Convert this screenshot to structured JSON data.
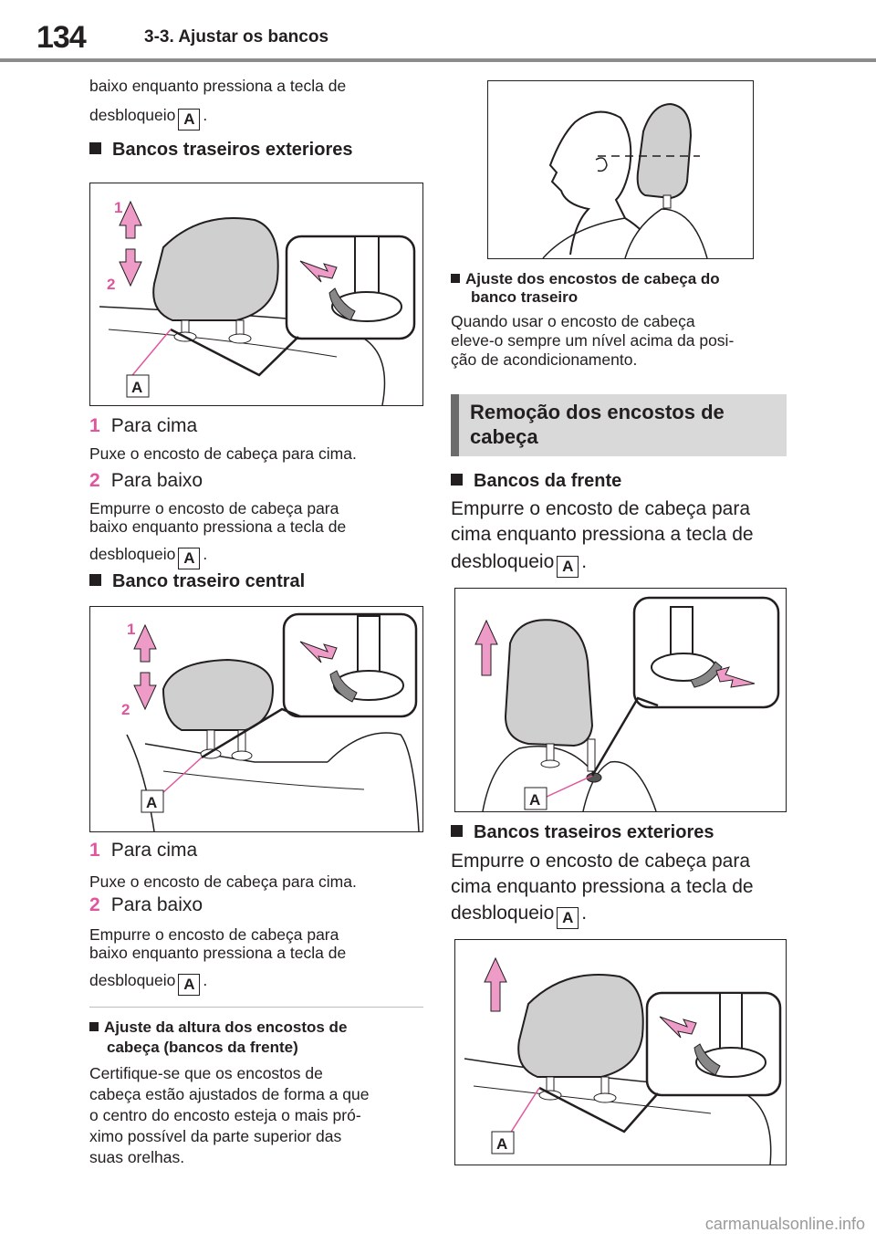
{
  "header": {
    "page_number": "134",
    "chapter": "3-3. Ajustar os bancos"
  },
  "left": {
    "intro_line1": "baixo enquanto pressiona a tecla de",
    "intro_line2": "desbloqueio",
    "section1_title": "Bancos traseiros exteriores",
    "s1_step1_num": "1",
    "s1_step1_label": "Para cima",
    "s1_step1_desc": "Puxe o encosto de cabeça para cima.",
    "s1_step2_num": "2",
    "s1_step2_label": "Para baixo",
    "s1_step2_desc1": "Empurre o encosto de cabeça para",
    "s1_step2_desc2": "baixo enquanto pressiona a tecla de",
    "s1_step2_desc3": "desbloqueio",
    "section2_title": "Banco traseiro central",
    "s2_step1_num": "1",
    "s2_step1_label": "Para cima",
    "s2_step1_desc": "Puxe o encosto de cabeça para cima.",
    "s2_step2_num": "2",
    "s2_step2_label": "Para baixo",
    "s2_step2_desc1": "Empurre o encosto de cabeça para",
    "s2_step2_desc2": "baixo enquanto pressiona a tecla de",
    "s2_step2_desc3": "desbloqueio",
    "note_title1": "Ajuste da altura dos encostos de",
    "note_title2": "cabeça (bancos da frente)",
    "note_body1": "Certifique-se que os encostos de",
    "note_body2": "cabeça estão ajustados de forma a que",
    "note_body3": "o centro do encosto esteja o mais pró-",
    "note_body4": "ximo possível da parte superior das",
    "note_body5": "suas orelhas."
  },
  "right": {
    "note2_title1": "Ajuste dos encostos de cabeça do",
    "note2_title2": "banco traseiro",
    "note2_body1": "Quando usar o encosto de cabeça",
    "note2_body2": "eleve-o sempre um nível acima da posi-",
    "note2_body3": "ção de acondicionamento.",
    "section_heading1": "Remoção dos encostos de",
    "section_heading2": "cabeça",
    "front_title": "Bancos da frente",
    "front_desc1": "Empurre o encosto de cabeça para",
    "front_desc2": "cima enquanto pressiona a tecla de",
    "front_desc3": "desbloqueio",
    "rear_title": "Bancos traseiros exteriores",
    "rear_desc1": "Empurre o encosto de cabeça para",
    "rear_desc2": "cima enquanto pressiona a tecla de",
    "rear_desc3": "desbloqueio"
  },
  "labels": {
    "key": "A",
    "callout": "A",
    "arrow1": "1",
    "arrow2": "2",
    "period": "."
  },
  "watermark": "carmanualsonline.info",
  "colors": {
    "accent_pink": "#e0569e",
    "heading_grey": "#d9d9d9",
    "rule_grey": "#8c8c8c"
  }
}
